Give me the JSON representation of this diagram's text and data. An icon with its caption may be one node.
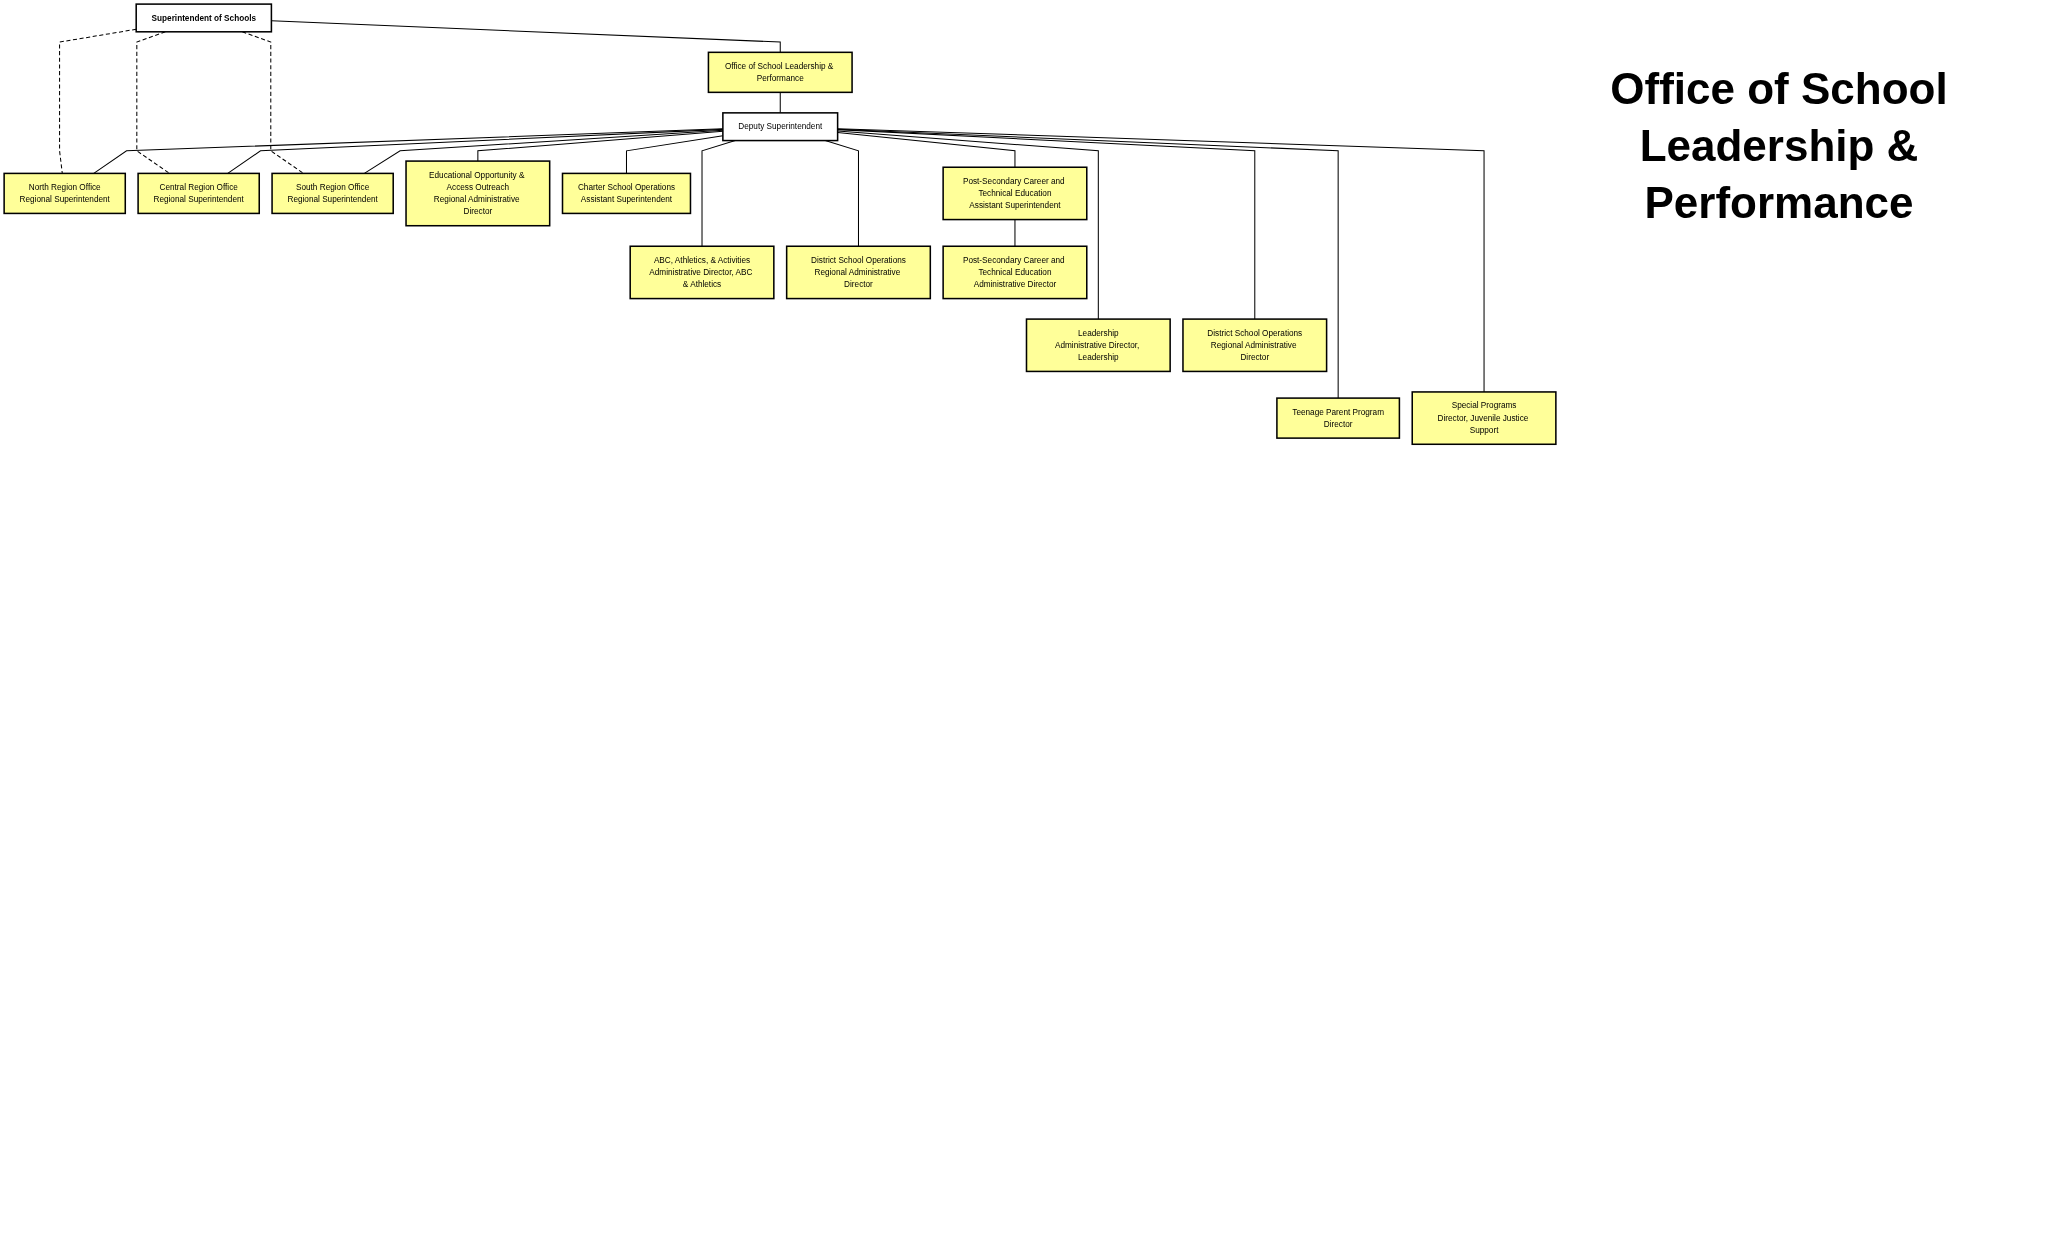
{
  "diagram": {
    "title": "Office of School Leadership & Performance",
    "nodes": [
      {
        "text": [
          "Superintendent of Schools"
        ]
      },
      {
        "text": [
          "Office of School Leadership & Performance"
        ]
      },
      {
        "text": [
          "Deputy Superintendent"
        ]
      },
      {
        "text": [
          "North Region Office",
          "Regional Superintendent"
        ]
      },
      {
        "text": [
          "Central Region Office",
          "Regional Superintendent"
        ]
      },
      {
        "text": [
          "South Region Office",
          "Regional Superintendent"
        ]
      },
      {
        "text": [
          "Educational Opportunity & Access Outreach",
          "Regional Administrative Director"
        ]
      },
      {
        "text": [
          "Charter School Operations",
          "Assistant Superintendent"
        ]
      },
      {
        "text": [
          "Post-Secondary Career and Technical Education",
          "Assistant Superintendent"
        ]
      },
      {
        "text": [
          "ABC, Athletics, & Activities",
          "Administrative Director, ABC & Athletics"
        ]
      },
      {
        "text": [
          "District School Operations",
          "Regional Administrative Director"
        ]
      },
      {
        "text": [
          "Post-Secondary Career and Technical Education",
          "Administrative Director"
        ]
      },
      {
        "text": [
          "Leadership",
          "Administrative Director, Leadership"
        ]
      },
      {
        "text": [
          "District School Operations",
          "Regional Administrative Director"
        ]
      },
      {
        "text": [
          "Teenage Parent Program",
          "Director"
        ]
      },
      {
        "text": [
          "Special Programs",
          "Director, Juvenile Justice Support"
        ]
      }
    ],
    "edges": [
      {
        "from": 0,
        "to": 1,
        "arrow": "none"
      },
      {
        "from": 1,
        "to": 2,
        "arrow": "none"
      },
      {
        "from": 2,
        "to": 3,
        "arrow": "none"
      },
      {
        "from": 2,
        "to": 4,
        "arrow": "none"
      },
      {
        "from": 2,
        "to": 5,
        "arrow": "none"
      },
      {
        "from": 2,
        "to": 6,
        "arrow": "none"
      },
      {
        "from": 2,
        "to": 7,
        "arrow": "none"
      },
      {
        "from": 2,
        "to": 8,
        "arrow": "none"
      },
      {
        "from": 2,
        "to": 9,
        "arrow": "none"
      },
      {
        "from": 2,
        "to": 10,
        "arrow": "none"
      },
      {
        "from": 8,
        "to": 11,
        "arrow": "none"
      },
      {
        "from": 2,
        "to": 12,
        "arrow": "none"
      },
      {
        "from": 2,
        "to": 13,
        "arrow": "none"
      },
      {
        "from": 2,
        "to": 14,
        "arrow": "none"
      },
      {
        "from": 2,
        "to": 15,
        "arrow": "none"
      },
      {
        "from": 0,
        "to": 3,
        "arrow": "none",
        "style": "dashed"
      },
      {
        "from": 0,
        "to": 4,
        "arrow": "none",
        "style": "dashed"
      },
      {
        "from": 0,
        "to": 5,
        "arrow": "none",
        "style": "dashed"
      }
    ]
  }
}
